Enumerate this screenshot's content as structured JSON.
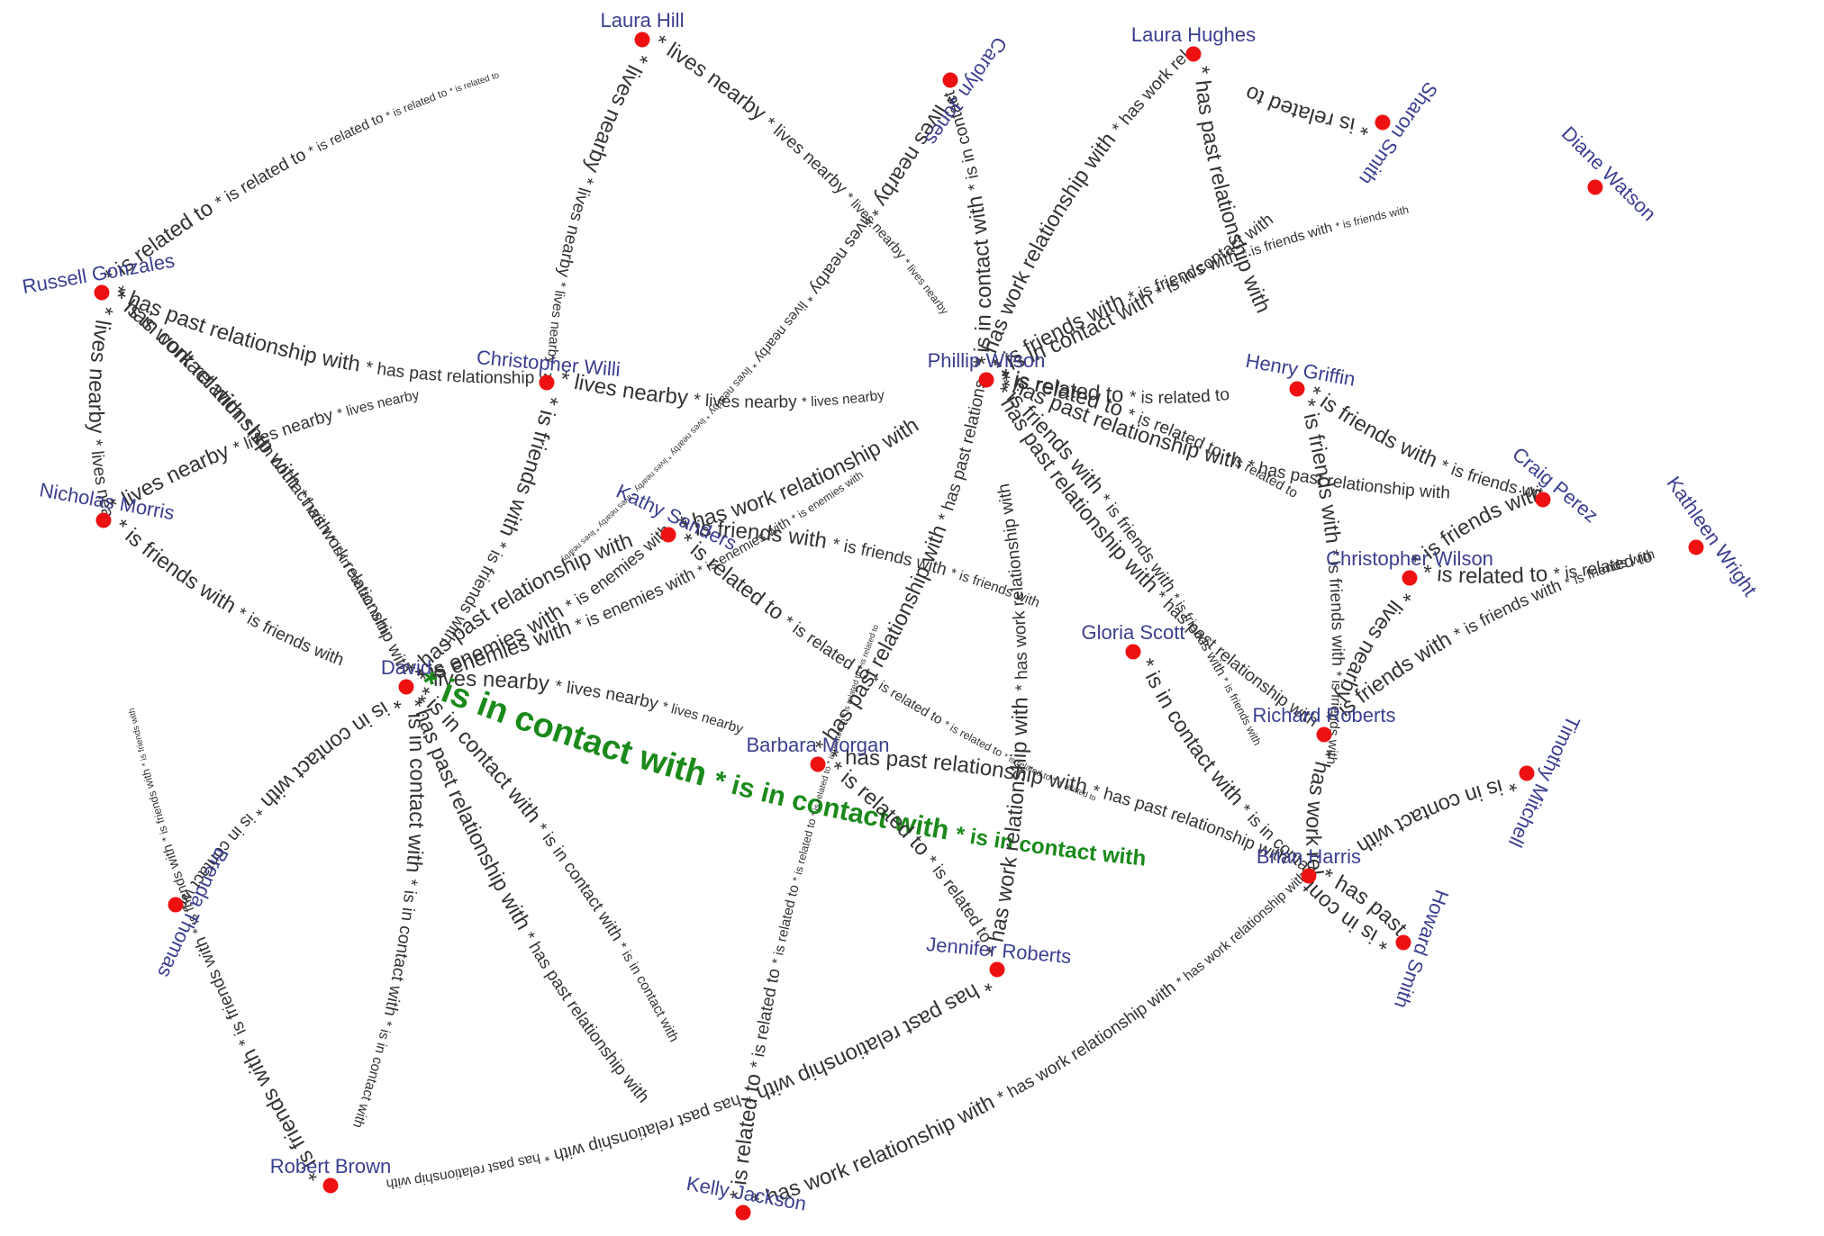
{
  "colors": {
    "background": "#ffffff",
    "node": "#ee1111",
    "node_label": "#3a3f8f",
    "edge_label": "#333333",
    "highlight_edge": "#1a8a1a"
  },
  "nodes": [
    {
      "id": "n0",
      "name": "Laura Hill"
    },
    {
      "id": "n1",
      "name": "Carolyn Jones"
    },
    {
      "id": "n2",
      "name": "Laura Hughes"
    },
    {
      "id": "n3",
      "name": "Sharon Smith"
    },
    {
      "id": "n4",
      "name": "Diane Watson"
    },
    {
      "id": "n5",
      "name": "Russell Gonzales"
    },
    {
      "id": "n6",
      "name": "Christopher Willi"
    },
    {
      "id": "n7",
      "name": "Phillip Wilson"
    },
    {
      "id": "n8",
      "name": "Henry Griffin"
    },
    {
      "id": "n9",
      "name": "Nicholas Morris"
    },
    {
      "id": "n10",
      "name": "Kathy Sanders"
    },
    {
      "id": "n11",
      "name": "Craig Perez"
    },
    {
      "id": "n12",
      "name": "Kathleen Wright"
    },
    {
      "id": "n13",
      "name": "Christopher Wilson"
    },
    {
      "id": "n14",
      "name": "David"
    },
    {
      "id": "n15",
      "name": "Gloria Scott"
    },
    {
      "id": "n16",
      "name": "Barbara Morgan"
    },
    {
      "id": "n17",
      "name": "Richard Roberts"
    },
    {
      "id": "n18",
      "name": "Timothy Mitchell"
    },
    {
      "id": "n19",
      "name": "Brenda Thomas"
    },
    {
      "id": "n20",
      "name": "Brian Harris"
    },
    {
      "id": "n21",
      "name": "Howard Smith"
    },
    {
      "id": "n22",
      "name": "Jennifer Roberts"
    },
    {
      "id": "n23",
      "name": "Robert Brown"
    },
    {
      "id": "n24",
      "name": "Kelly Jackson"
    }
  ],
  "edges": [
    {
      "id": "e0",
      "from": "n5",
      "to": "n0",
      "label": "* is related to"
    },
    {
      "id": "e1",
      "from": "n0",
      "to": "n6",
      "label": "* lives nearby"
    },
    {
      "id": "e2",
      "from": "n0",
      "to": "n7",
      "label": "* lives nearby"
    },
    {
      "id": "e3",
      "from": "n6",
      "to": "n7",
      "label": "* lives nearby"
    },
    {
      "id": "e4",
      "from": "n6",
      "to": "n14",
      "label": "* is friends with"
    },
    {
      "id": "e5",
      "from": "n5",
      "to": "n6",
      "label": "* has past relationship with"
    },
    {
      "id": "e6",
      "from": "n5",
      "to": "n14",
      "label": "* has work relationship with"
    },
    {
      "id": "e7",
      "from": "n5",
      "to": "n9",
      "label": "* lives nearby"
    },
    {
      "id": "e8",
      "from": "n5",
      "to": "n14",
      "label": "* is in contact with"
    },
    {
      "id": "e9",
      "from": "n9",
      "to": "n14",
      "label": "* is friends with"
    },
    {
      "id": "e10",
      "from": "n9",
      "to": "n6",
      "label": "* lives nearby"
    },
    {
      "id": "e11",
      "from": "n14",
      "to": "n10",
      "label": "* is enemies with"
    },
    {
      "id": "e12",
      "from": "n14",
      "to": "n10",
      "label": "* has past relationship with"
    },
    {
      "id": "e13",
      "from": "n14",
      "to": "n7",
      "label": "* is enemies with"
    },
    {
      "id": "e14",
      "from": "n14",
      "to": "n16",
      "label": "* lives nearby"
    },
    {
      "id": "e15",
      "from": "n14",
      "to": "n20",
      "label": "* is in contact with",
      "hl": true
    },
    {
      "id": "e16",
      "from": "n14",
      "to": "n23",
      "label": "* is in contact with"
    },
    {
      "id": "e17",
      "from": "n14",
      "to": "n24",
      "label": "* has past relationship with"
    },
    {
      "id": "e18",
      "from": "n14",
      "to": "n24",
      "label": "* is in contact with"
    },
    {
      "id": "e19",
      "from": "n14",
      "to": "n19",
      "label": "* is in contact with"
    },
    {
      "id": "e20",
      "from": "n23",
      "to": "n9",
      "label": "* is friends with"
    },
    {
      "id": "e21",
      "from": "n10",
      "to": "n7",
      "label": "* has work relationship with"
    },
    {
      "id": "e22",
      "from": "n10",
      "to": "n15",
      "label": "* is friends with"
    },
    {
      "id": "e23",
      "from": "n10",
      "to": "n20",
      "label": "* is related to"
    },
    {
      "id": "e24",
      "from": "n16",
      "to": "n20",
      "label": "* has past relationship with"
    },
    {
      "id": "e25",
      "from": "n16",
      "to": "n7",
      "label": "* has past relationship with"
    },
    {
      "id": "e26",
      "from": "n16",
      "to": "n22",
      "label": "* is related to"
    },
    {
      "id": "e27",
      "from": "n22",
      "to": "n7",
      "label": "* has work relationship with"
    },
    {
      "id": "e28",
      "from": "n22",
      "to": "n23",
      "label": "* has past relationship with"
    },
    {
      "id": "e29",
      "from": "n24",
      "to": "n20",
      "label": "* has work relationship with"
    },
    {
      "id": "e30",
      "from": "n24",
      "to": "n7",
      "label": "* is related to"
    },
    {
      "id": "e31",
      "from": "n7",
      "to": "n1",
      "label": "* is in contact with"
    },
    {
      "id": "e32",
      "from": "n7",
      "to": "n2",
      "label": "* has work relationship with"
    },
    {
      "id": "e33",
      "from": "n7",
      "to": "n3",
      "label": "* is in contact with"
    },
    {
      "id": "e34",
      "from": "n7",
      "to": "n4",
      "label": "* is friends with"
    },
    {
      "id": "e35",
      "from": "n7",
      "to": "n8",
      "label": "* is related to"
    },
    {
      "id": "e36",
      "from": "n7",
      "to": "n13",
      "label": "* is related to"
    },
    {
      "id": "e37",
      "from": "n7",
      "to": "n17",
      "label": "* has past relationship with"
    },
    {
      "id": "e38",
      "from": "n7",
      "to": "n20",
      "label": "* is friends with"
    },
    {
      "id": "e39",
      "from": "n7",
      "to": "n11",
      "label": "* has past relationship with"
    },
    {
      "id": "e40",
      "from": "n1",
      "to": "n14",
      "label": "* lives nearby"
    },
    {
      "id": "e41",
      "from": "n2",
      "to": "n8",
      "label": "* has past relationship with"
    },
    {
      "id": "e42",
      "from": "n3",
      "to": "n2",
      "label": "* is related to"
    },
    {
      "id": "e43",
      "from": "n8",
      "to": "n11",
      "label": "* is friends with"
    },
    {
      "id": "e44",
      "from": "n8",
      "to": "n20",
      "label": "* is friends with"
    },
    {
      "id": "e45",
      "from": "n13",
      "to": "n12",
      "label": "* is related to"
    },
    {
      "id": "e46",
      "from": "n13",
      "to": "n11",
      "label": "* is friends with"
    },
    {
      "id": "e47",
      "from": "n13",
      "to": "n17",
      "label": "* lives nearby"
    },
    {
      "id": "e48",
      "from": "n17",
      "to": "n12",
      "label": "* is friends with"
    },
    {
      "id": "e49",
      "from": "n18",
      "to": "n20",
      "label": "* is in contact with"
    },
    {
      "id": "e50",
      "from": "n20",
      "to": "n21",
      "label": "* has past relationship with"
    },
    {
      "id": "e51",
      "from": "n15",
      "to": "n20",
      "label": "* is in contact with"
    },
    {
      "id": "e52",
      "from": "n21",
      "to": "n20",
      "label": "* is in contact with"
    },
    {
      "id": "e53",
      "from": "n17",
      "to": "n20",
      "label": "* has work relationship with"
    }
  ]
}
